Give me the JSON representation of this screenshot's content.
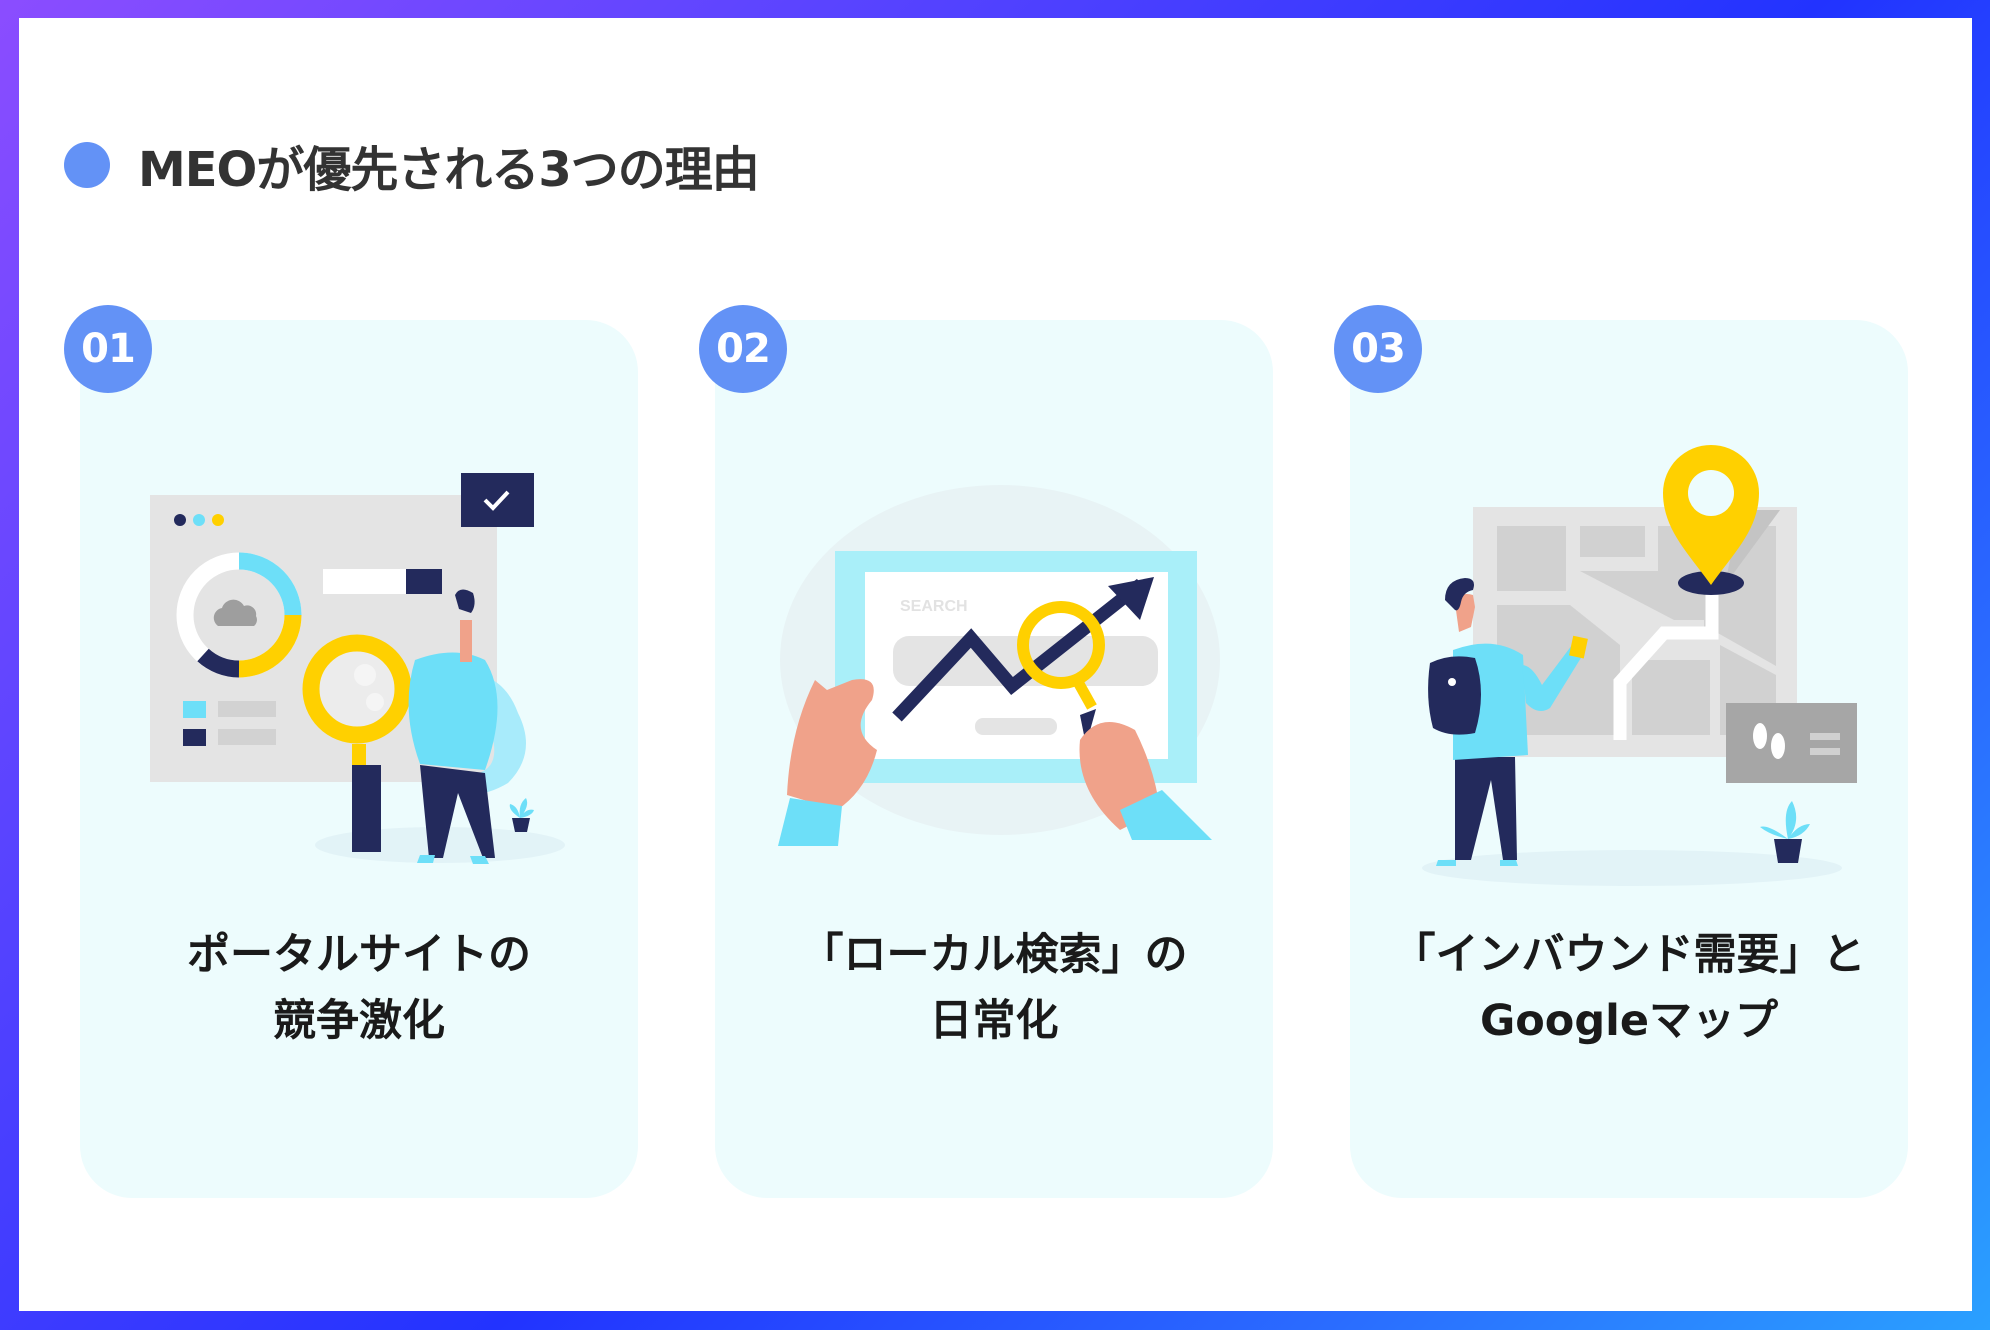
{
  "title": "MEOが優先される3つの理由",
  "colors": {
    "accent": "#6392f6",
    "card_bg": "#edfcfd",
    "navy": "#232a5c",
    "yellow": "#ffd000",
    "light_blue": "#6ddff8",
    "gray": "#e4e4e4",
    "skin": "#f0a28a"
  },
  "cards": [
    {
      "number": "01",
      "lines": [
        "ポータルサイトの",
        "競争激化"
      ],
      "illustration": "person-with-magnifier-dashboard-illustration"
    },
    {
      "number": "02",
      "lines": [
        "「ローカル検索」の",
        "日常化"
      ],
      "illustration": "tablet-search-growth-illustration",
      "search_label": "SEARCH"
    },
    {
      "number": "03",
      "lines": [
        "「インバウンド需要」と",
        "Googleマップ"
      ],
      "illustration": "traveler-map-pin-illustration"
    }
  ]
}
